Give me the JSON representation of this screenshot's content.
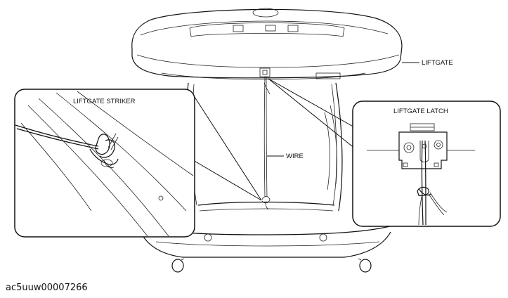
{
  "labels": {
    "liftgate": "LIFTGATE",
    "liftgate_striker": "LIFTGATE STRIKER",
    "wire": "WIRE",
    "liftgate_latch": "LIFTGATE LATCH"
  },
  "figure_code": "ac5uuw00007266"
}
